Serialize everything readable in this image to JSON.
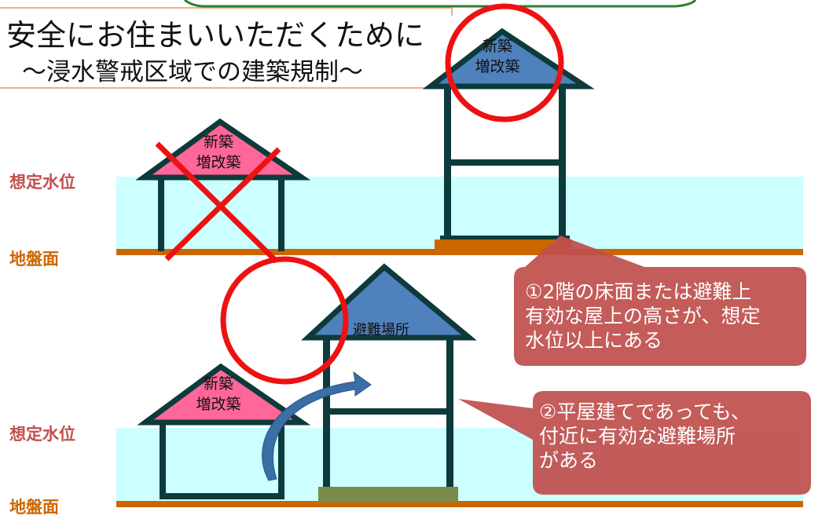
{
  "title": {
    "line1": "安全にお住まいいただくために",
    "line2": "～浸水警戒区域での建築規制～"
  },
  "levels": {
    "water_top": "想定水位",
    "ground_top": "地盤面",
    "water_bottom": "想定水位",
    "ground_bottom": "地盤面"
  },
  "houses": {
    "top_left": {
      "roof_line1": "新築",
      "roof_line2": "増改築",
      "mark": "cross"
    },
    "top_right": {
      "roof_line1": "新築",
      "roof_line2": "増改築",
      "mark": "circle"
    },
    "bottom_left": {
      "roof_line1": "新築",
      "roof_line2": "増改築",
      "mark": "circle"
    },
    "bottom_right": {
      "roof_label": "避難場所"
    }
  },
  "callouts": {
    "first": {
      "line1": "①2階の床面または避難上",
      "line2": "有効な屋上の高さが、想定",
      "line3": "水位以上にある"
    },
    "second": {
      "line1": "②平屋建てであっても、",
      "line2": "付近に有効な避難場所",
      "line3": "がある"
    }
  },
  "colors": {
    "water": "#ccffff",
    "ground": "#cc6600",
    "pink_roof": "#ff6699",
    "blue_roof": "#4f81bd",
    "mark_red": "#ee1111",
    "callout": "#c0504d",
    "frame": "#0d3b3b",
    "arrow": "#3a6ea5",
    "shelter_base": "#7a8a4a"
  }
}
